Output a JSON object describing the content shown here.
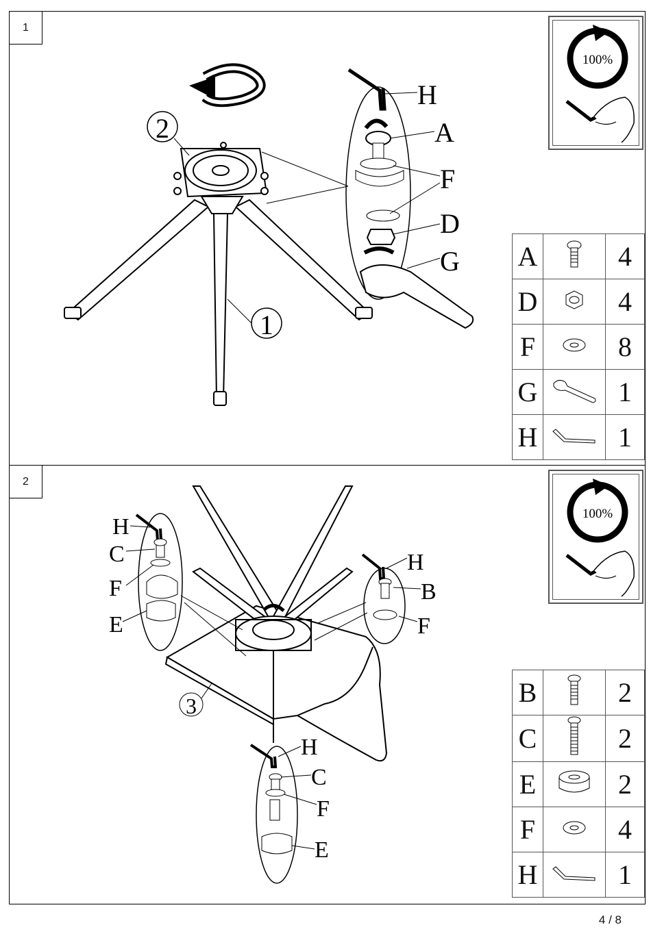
{
  "steps": [
    {
      "number": "1",
      "hint_text": "100%",
      "callouts": {
        "c2": "2",
        "c1": "1",
        "H": "H",
        "A": "A",
        "F": "F",
        "D": "D",
        "G": "G"
      },
      "parts": [
        {
          "letter": "A",
          "icon": "bolt-short-icon",
          "qty": "4"
        },
        {
          "letter": "D",
          "icon": "hex-nut-icon",
          "qty": "4"
        },
        {
          "letter": "F",
          "icon": "washer-icon",
          "qty": "8"
        },
        {
          "letter": "G",
          "icon": "wrench-icon",
          "qty": "1"
        },
        {
          "letter": "H",
          "icon": "allen-key-icon",
          "qty": "1"
        }
      ]
    },
    {
      "number": "2",
      "hint_text": "100%",
      "callouts": {
        "H1": "H",
        "C1": "C",
        "F1": "F",
        "E1": "E",
        "H2": "H",
        "B": "B",
        "F2": "F",
        "c3": "3",
        "H3": "H",
        "C3": "C",
        "F3": "F",
        "E3": "E"
      },
      "parts": [
        {
          "letter": "B",
          "icon": "bolt-medium-icon",
          "qty": "2"
        },
        {
          "letter": "C",
          "icon": "bolt-long-icon",
          "qty": "2"
        },
        {
          "letter": "E",
          "icon": "spacer-icon",
          "qty": "2"
        },
        {
          "letter": "F",
          "icon": "washer-icon",
          "qty": "4"
        },
        {
          "letter": "H",
          "icon": "allen-key-icon",
          "qty": "1"
        }
      ]
    }
  ],
  "page_number": "4 / 8"
}
